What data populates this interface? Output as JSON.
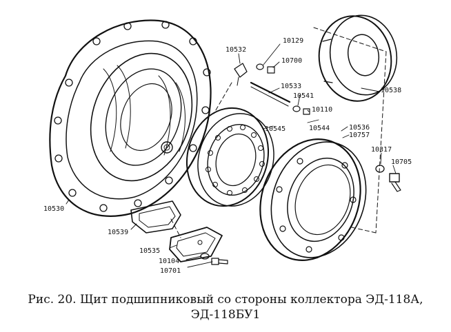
{
  "figure": {
    "caption_line1": "Рис. 20. Щит подшипниковый со стороны коллектора ЭД-118А,",
    "caption_line2": "ЭД-118БУ1"
  },
  "parts": {
    "p10532": "10532",
    "p10129": "10129",
    "p10700": "10700",
    "p10538": "10538",
    "p10533": "10533",
    "p10541": "10541",
    "p10110": "10110",
    "p10545": "10545",
    "p10544": "10544",
    "p10536": "10536",
    "p10757": "10757",
    "p10317": "10317",
    "p10705": "10705",
    "p10530": "10530",
    "p10539": "10539",
    "p10535": "10535",
    "p10104": "10104",
    "p10701": "10701"
  }
}
